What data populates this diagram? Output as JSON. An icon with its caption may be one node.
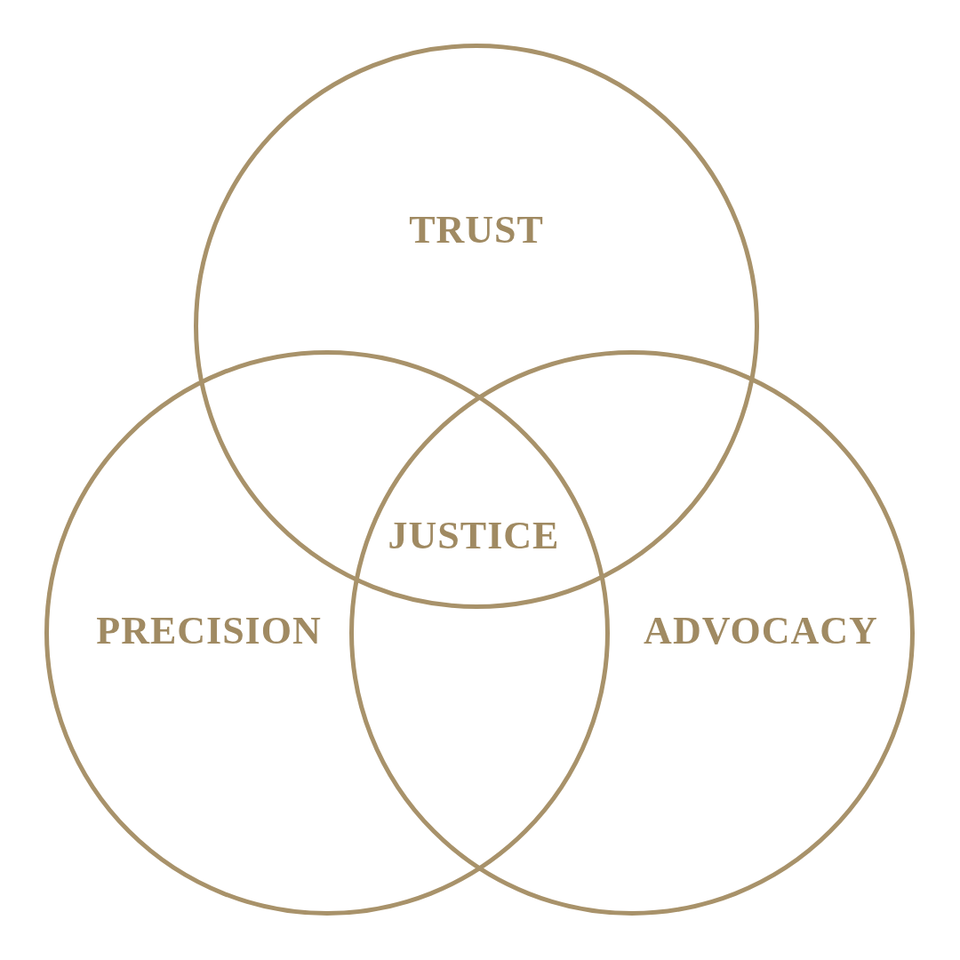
{
  "diagram": {
    "nodes": [
      {
        "text": [
          "TRUST"
        ]
      },
      {
        "text": [
          "PRECISION"
        ]
      },
      {
        "text": [
          "ADVOCACY"
        ]
      }
    ],
    "labels": [
      "JUSTICE"
    ]
  }
}
